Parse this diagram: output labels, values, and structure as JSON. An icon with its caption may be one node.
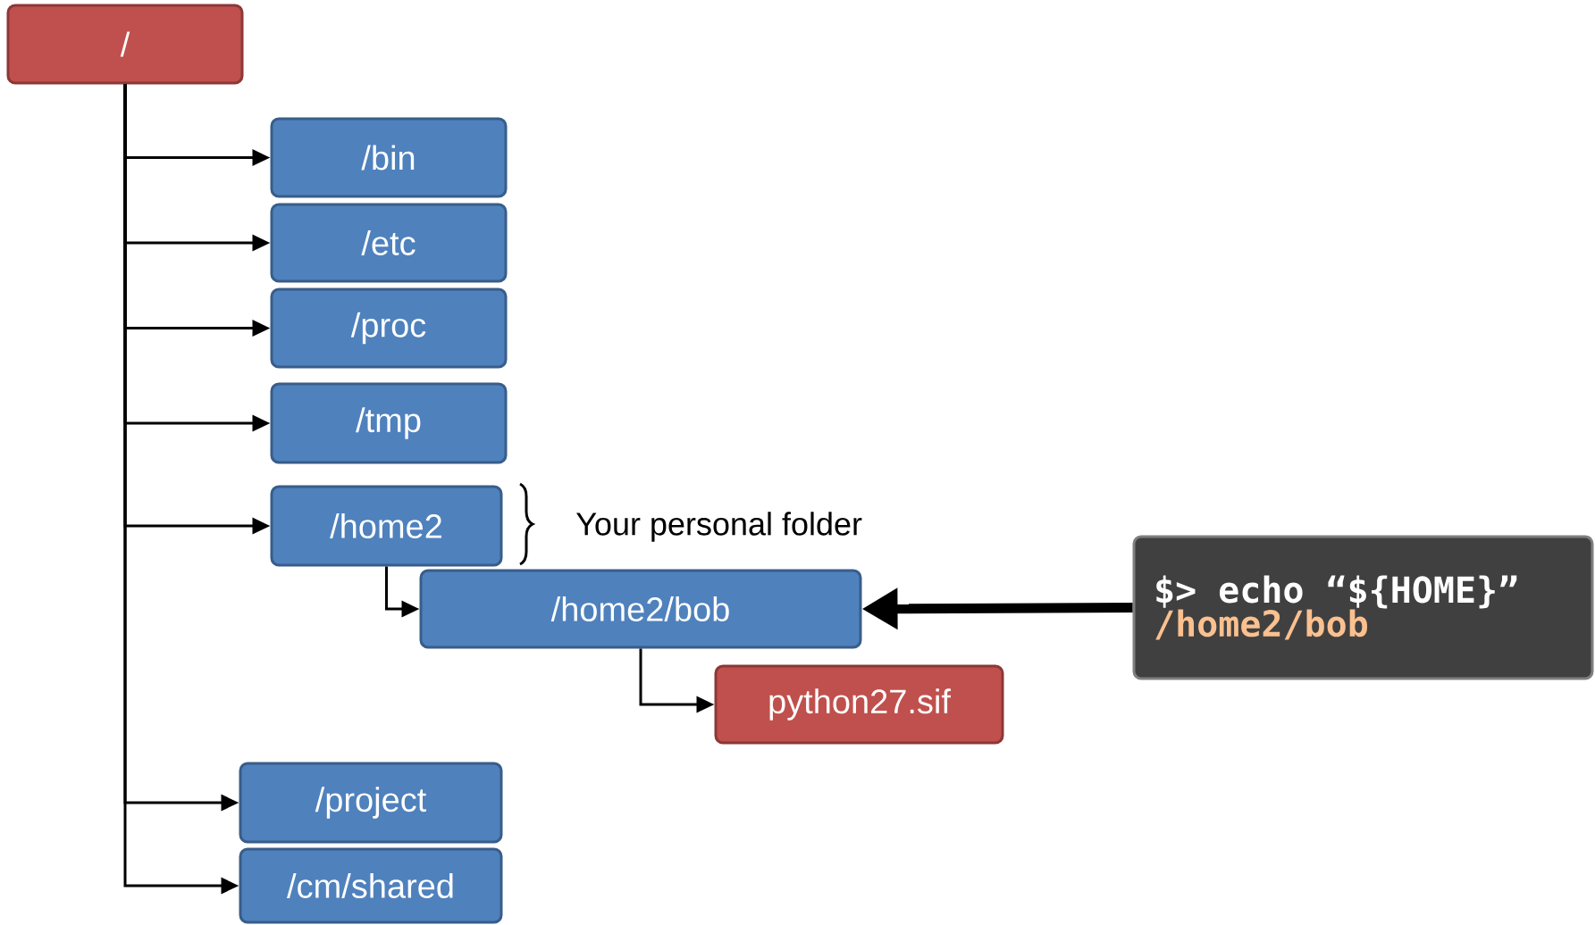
{
  "diagram": {
    "nodes": [
      {
        "text": [
          "/"
        ]
      },
      {
        "text": [
          "/bin"
        ]
      },
      {
        "text": [
          "/etc"
        ]
      },
      {
        "text": [
          "/proc"
        ]
      },
      {
        "text": [
          "/tmp"
        ]
      },
      {
        "text": [
          "/home2"
        ]
      },
      {
        "text": [
          "/home2/bob"
        ]
      },
      {
        "text": [
          "python27.sif"
        ]
      },
      {
        "text": [
          "/project"
        ]
      },
      {
        "text": [
          "/cm/shared"
        ]
      },
      {
        "text": [
          "$> echo “${HOME}”",
          "/home2/bob"
        ]
      }
    ],
    "edges": [
      {
        "from": 0,
        "to": 1,
        "arrow": "to"
      },
      {
        "from": 0,
        "to": 2,
        "arrow": "to"
      },
      {
        "from": 0,
        "to": 3,
        "arrow": "to"
      },
      {
        "from": 0,
        "to": 4,
        "arrow": "to"
      },
      {
        "from": 0,
        "to": 5,
        "arrow": "to"
      },
      {
        "from": 0,
        "to": 8,
        "arrow": "to"
      },
      {
        "from": 0,
        "to": 9,
        "arrow": "to"
      },
      {
        "from": 5,
        "to": 6,
        "arrow": "to"
      },
      {
        "from": 6,
        "to": 7,
        "arrow": "to"
      },
      {
        "from": 10,
        "to": 6,
        "arrow": "to",
        "style": "thick"
      }
    ],
    "labels": [
      "Your personal folder"
    ]
  }
}
